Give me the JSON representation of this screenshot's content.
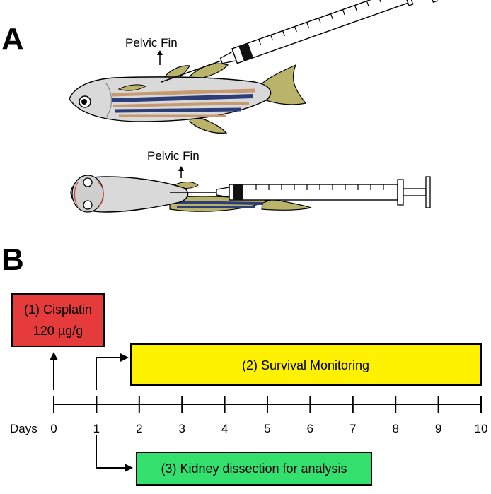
{
  "panels": {
    "a": {
      "letter": "A",
      "top_label": "Pelvic Fin",
      "bottom_label": "Pelvic Fin"
    },
    "b": {
      "letter": "B",
      "step1_line1": "(1) Cisplatin",
      "step1_line2": "120 µg/g",
      "step2": "(2) Survival Monitoring",
      "step3": "(3) Kidney dissection for analysis",
      "axis_label": "Days",
      "ticks": [
        "0",
        "1",
        "2",
        "3",
        "4",
        "5",
        "6",
        "7",
        "8",
        "9",
        "10"
      ]
    }
  },
  "colors": {
    "step1": "#e53b3b",
    "step2": "#fff200",
    "step3": "#33e06e",
    "fin": "#b9b46a",
    "stripe_blue": "#2d3d78",
    "stripe_tan": "#c69a6e",
    "body": "#d9d9d9"
  }
}
